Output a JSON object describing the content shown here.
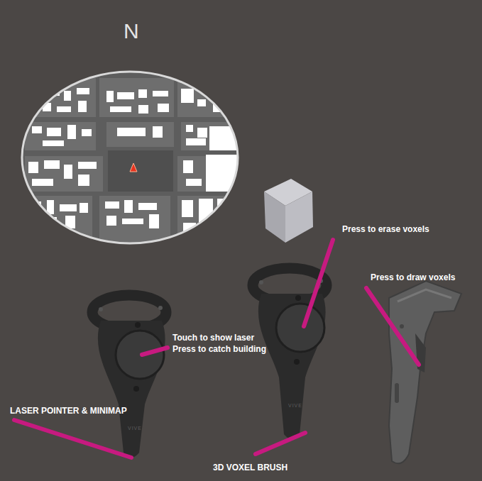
{
  "diagram": {
    "labels": [
      "N",
      "Press to erase voxels",
      "Press to draw voxels",
      "Touch to show laser",
      "Press to catch building",
      "LASER POINTER & MINIMAP",
      "3D VOXEL BRUSH",
      "VIVE",
      "VIVE"
    ]
  }
}
